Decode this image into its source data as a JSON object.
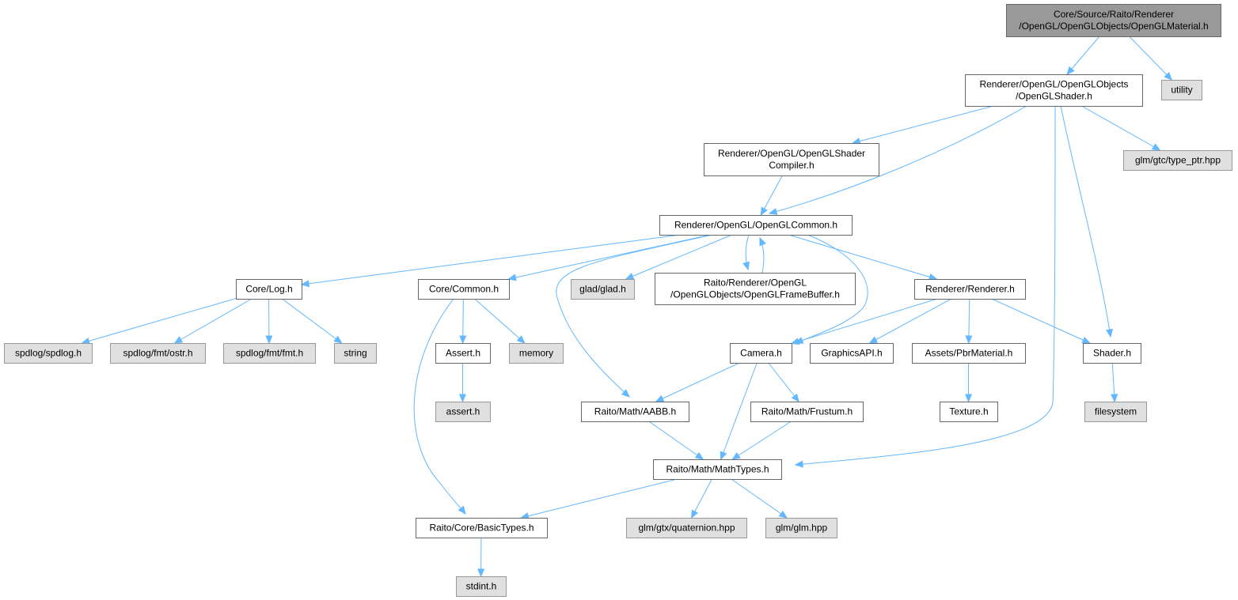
{
  "palette": {
    "root_fill": "#999999",
    "root_border": "#666666",
    "local_fill": "#ffffff",
    "local_border": "#666666",
    "external_fill": "#e0e0e0",
    "external_border": "#999999",
    "edge": "#63b8ff"
  },
  "nodes": [
    {
      "id": "root",
      "kind": "root",
      "lines": [
        "Core/Source/Raito/Renderer",
        "/OpenGL/OpenGLObjects/OpenGLMaterial.h"
      ]
    },
    {
      "id": "shader_gl",
      "kind": "local",
      "lines": [
        "Renderer/OpenGL/OpenGLObjects",
        "/OpenGLShader.h"
      ]
    },
    {
      "id": "utility",
      "kind": "external",
      "lines": [
        "utility"
      ]
    },
    {
      "id": "compiler",
      "kind": "local",
      "lines": [
        "Renderer/OpenGL/OpenGLShader",
        "Compiler.h"
      ]
    },
    {
      "id": "type_ptr",
      "kind": "external",
      "lines": [
        "glm/gtc/type_ptr.hpp"
      ]
    },
    {
      "id": "common_gl",
      "kind": "local",
      "lines": [
        "Renderer/OpenGL/OpenGLCommon.h"
      ]
    },
    {
      "id": "log",
      "kind": "local",
      "lines": [
        "Core/Log.h"
      ]
    },
    {
      "id": "core_common",
      "kind": "local",
      "lines": [
        "Core/Common.h"
      ]
    },
    {
      "id": "glad",
      "kind": "external",
      "lines": [
        "glad/glad.h"
      ]
    },
    {
      "id": "framebuffer",
      "kind": "local",
      "lines": [
        "Raito/Renderer/OpenGL",
        "/OpenGLObjects/OpenGLFrameBuffer.h"
      ]
    },
    {
      "id": "renderer",
      "kind": "local",
      "lines": [
        "Renderer/Renderer.h"
      ]
    },
    {
      "id": "spdlog",
      "kind": "external",
      "lines": [
        "spdlog/spdlog.h"
      ]
    },
    {
      "id": "ostr",
      "kind": "external",
      "lines": [
        "spdlog/fmt/ostr.h"
      ]
    },
    {
      "id": "fmt",
      "kind": "external",
      "lines": [
        "spdlog/fmt/fmt.h"
      ]
    },
    {
      "id": "string",
      "kind": "external",
      "lines": [
        "string"
      ]
    },
    {
      "id": "assert",
      "kind": "local",
      "lines": [
        "Assert.h"
      ]
    },
    {
      "id": "memory",
      "kind": "external",
      "lines": [
        "memory"
      ]
    },
    {
      "id": "camera",
      "kind": "local",
      "lines": [
        "Camera.h"
      ]
    },
    {
      "id": "graphicsapi",
      "kind": "local",
      "lines": [
        "GraphicsAPI.h"
      ]
    },
    {
      "id": "pbr",
      "kind": "local",
      "lines": [
        "Assets/PbrMaterial.h"
      ]
    },
    {
      "id": "shader",
      "kind": "local",
      "lines": [
        "Shader.h"
      ]
    },
    {
      "id": "assert_c",
      "kind": "external",
      "lines": [
        "assert.h"
      ]
    },
    {
      "id": "aabb",
      "kind": "local",
      "lines": [
        "Raito/Math/AABB.h"
      ]
    },
    {
      "id": "frustum",
      "kind": "local",
      "lines": [
        "Raito/Math/Frustum.h"
      ]
    },
    {
      "id": "texture",
      "kind": "local",
      "lines": [
        "Texture.h"
      ]
    },
    {
      "id": "filesystem",
      "kind": "external",
      "lines": [
        "filesystem"
      ]
    },
    {
      "id": "mathtypes",
      "kind": "local",
      "lines": [
        "Raito/Math/MathTypes.h"
      ]
    },
    {
      "id": "basictypes",
      "kind": "local",
      "lines": [
        "Raito/Core/BasicTypes.h"
      ]
    },
    {
      "id": "quaternion",
      "kind": "external",
      "lines": [
        "glm/gtx/quaternion.hpp"
      ]
    },
    {
      "id": "glm",
      "kind": "external",
      "lines": [
        "glm/glm.hpp"
      ]
    },
    {
      "id": "stdint",
      "kind": "external",
      "lines": [
        "stdint.h"
      ]
    }
  ],
  "edges": [
    [
      "root",
      "shader_gl"
    ],
    [
      "root",
      "utility"
    ],
    [
      "shader_gl",
      "compiler"
    ],
    [
      "shader_gl",
      "common_gl"
    ],
    [
      "shader_gl",
      "type_ptr"
    ],
    [
      "shader_gl",
      "mathtypes"
    ],
    [
      "shader_gl",
      "shader"
    ],
    [
      "compiler",
      "common_gl"
    ],
    [
      "common_gl",
      "log"
    ],
    [
      "common_gl",
      "core_common"
    ],
    [
      "common_gl",
      "glad"
    ],
    [
      "common_gl",
      "framebuffer"
    ],
    [
      "framebuffer",
      "common_gl"
    ],
    [
      "common_gl",
      "renderer"
    ],
    [
      "common_gl",
      "aabb"
    ],
    [
      "common_gl",
      "camera"
    ],
    [
      "log",
      "spdlog"
    ],
    [
      "log",
      "ostr"
    ],
    [
      "log",
      "fmt"
    ],
    [
      "log",
      "string"
    ],
    [
      "core_common",
      "assert"
    ],
    [
      "core_common",
      "memory"
    ],
    [
      "core_common",
      "basictypes"
    ],
    [
      "assert",
      "assert_c"
    ],
    [
      "renderer",
      "camera"
    ],
    [
      "renderer",
      "graphicsapi"
    ],
    [
      "renderer",
      "pbr"
    ],
    [
      "renderer",
      "shader"
    ],
    [
      "camera",
      "aabb"
    ],
    [
      "camera",
      "frustum"
    ],
    [
      "camera",
      "mathtypes"
    ],
    [
      "pbr",
      "texture"
    ],
    [
      "shader",
      "filesystem"
    ],
    [
      "aabb",
      "mathtypes"
    ],
    [
      "frustum",
      "mathtypes"
    ],
    [
      "mathtypes",
      "basictypes"
    ],
    [
      "mathtypes",
      "quaternion"
    ],
    [
      "mathtypes",
      "glm"
    ],
    [
      "basictypes",
      "stdint"
    ]
  ]
}
